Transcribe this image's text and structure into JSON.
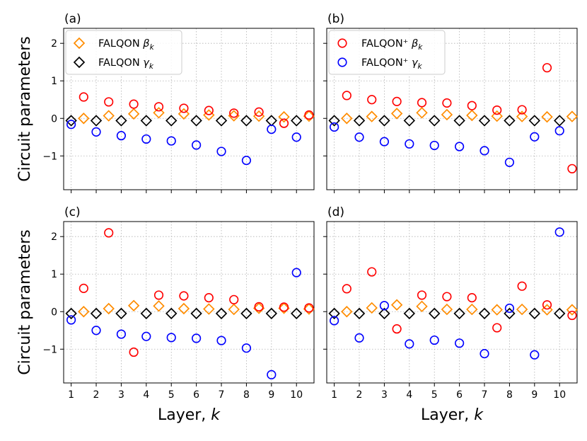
{
  "chart_data": [
    {
      "type": "scatter",
      "panel_label": "(a)",
      "xlim": [
        0.7,
        10.7
      ],
      "ylim": [
        -1.9,
        2.4
      ],
      "xticks": [
        1,
        2,
        3,
        4,
        5,
        6,
        7,
        8,
        9,
        10
      ],
      "yticks": [
        -1,
        0,
        1,
        2
      ],
      "ylabel": "Circuit parameters",
      "xlabel": "",
      "grid": true,
      "legend_position": "top-left",
      "series": [
        {
          "name": "FALQON β_k",
          "marker": "diamond",
          "color": "#ff8c00",
          "x": [
            1.5,
            2.5,
            3.5,
            4.5,
            5.5,
            6.5,
            7.5,
            8.5,
            9.5,
            10.5
          ],
          "y": [
            0.0,
            0.07,
            0.12,
            0.15,
            0.12,
            0.09,
            0.07,
            0.06,
            0.04,
            0.06
          ]
        },
        {
          "name": "FALQON γ_k",
          "marker": "diamond",
          "color": "#000000",
          "x": [
            1,
            2,
            3,
            4,
            5,
            6,
            7,
            8,
            9,
            10
          ],
          "y": [
            -0.06,
            -0.06,
            -0.06,
            -0.06,
            -0.06,
            -0.06,
            -0.06,
            -0.06,
            -0.06,
            -0.06
          ]
        },
        {
          "name": "",
          "marker": "circle",
          "color": "#ff0000",
          "x": [
            1.5,
            2.5,
            3.5,
            4.5,
            5.5,
            6.5,
            7.5,
            8.5,
            9.5,
            10.5
          ],
          "y": [
            0.57,
            0.44,
            0.38,
            0.31,
            0.27,
            0.21,
            0.14,
            0.17,
            -0.13,
            0.09
          ]
        },
        {
          "name": "",
          "marker": "circle",
          "color": "#0000ff",
          "x": [
            1,
            2,
            3,
            4,
            5,
            6,
            7,
            8,
            9,
            10
          ],
          "y": [
            -0.16,
            -0.36,
            -0.46,
            -0.55,
            -0.6,
            -0.71,
            -0.88,
            -1.12,
            -0.29,
            -0.5
          ]
        }
      ]
    },
    {
      "type": "scatter",
      "panel_label": "(b)",
      "xlim": [
        0.7,
        10.7
      ],
      "ylim": [
        -1.9,
        2.4
      ],
      "xticks": [
        1,
        2,
        3,
        4,
        5,
        6,
        7,
        8,
        9,
        10
      ],
      "yticks": [
        -1,
        0,
        1,
        2
      ],
      "ylabel": "",
      "xlabel": "",
      "grid": true,
      "legend_position": "top-left",
      "series": [
        {
          "name": "",
          "marker": "diamond",
          "color": "#ff8c00",
          "x": [
            1.5,
            2.5,
            3.5,
            4.5,
            5.5,
            6.5,
            7.5,
            8.5,
            9.5,
            10.5
          ],
          "y": [
            0.0,
            0.05,
            0.13,
            0.15,
            0.1,
            0.08,
            0.06,
            0.05,
            0.04,
            0.05
          ]
        },
        {
          "name": "",
          "marker": "diamond",
          "color": "#000000",
          "x": [
            1,
            2,
            3,
            4,
            5,
            6,
            7,
            8,
            9,
            10
          ],
          "y": [
            -0.06,
            -0.06,
            -0.06,
            -0.06,
            -0.06,
            -0.06,
            -0.06,
            -0.06,
            -0.06,
            -0.06
          ]
        },
        {
          "name": "FALQON⁺ β_k",
          "marker": "circle",
          "color": "#ff0000",
          "x": [
            1.5,
            2.5,
            3.5,
            4.5,
            5.5,
            6.5,
            7.5,
            8.5,
            9.5,
            10.5
          ],
          "y": [
            0.61,
            0.5,
            0.45,
            0.42,
            0.41,
            0.34,
            0.22,
            0.23,
            1.35,
            -1.34
          ]
        },
        {
          "name": "FALQON⁺ γ_k",
          "marker": "circle",
          "color": "#0000ff",
          "x": [
            1,
            2,
            3,
            4,
            5,
            6,
            7,
            8,
            9,
            10
          ],
          "y": [
            -0.23,
            -0.5,
            -0.62,
            -0.68,
            -0.72,
            -0.75,
            -0.86,
            -1.17,
            -0.49,
            -0.33
          ]
        }
      ]
    },
    {
      "type": "scatter",
      "panel_label": "(c)",
      "xlim": [
        0.7,
        10.7
      ],
      "ylim": [
        -1.9,
        2.4
      ],
      "xticks": [
        1,
        2,
        3,
        4,
        5,
        6,
        7,
        8,
        9,
        10
      ],
      "yticks": [
        -1,
        0,
        1,
        2
      ],
      "ylabel": "Circuit parameters",
      "xlabel": "Layer, k",
      "grid": true,
      "series": [
        {
          "name": "",
          "marker": "diamond",
          "color": "#ff8c00",
          "x": [
            1.5,
            2.5,
            3.5,
            4.5,
            5.5,
            6.5,
            7.5,
            8.5,
            9.5,
            10.5
          ],
          "y": [
            0.0,
            0.08,
            0.16,
            0.15,
            0.08,
            0.07,
            0.06,
            0.09,
            0.09,
            0.07
          ]
        },
        {
          "name": "",
          "marker": "diamond",
          "color": "#000000",
          "x": [
            1,
            2,
            3,
            4,
            5,
            6,
            7,
            8,
            9,
            10
          ],
          "y": [
            -0.05,
            -0.05,
            -0.05,
            -0.05,
            -0.05,
            -0.05,
            -0.05,
            -0.05,
            -0.05,
            -0.05
          ]
        },
        {
          "name": "",
          "marker": "circle",
          "color": "#ff0000",
          "x": [
            1.5,
            2.5,
            3.5,
            4.5,
            5.5,
            6.5,
            7.5,
            8.5,
            9.5,
            10.5
          ],
          "y": [
            0.62,
            2.1,
            -1.08,
            0.44,
            0.42,
            0.37,
            0.32,
            0.13,
            0.12,
            0.1
          ]
        },
        {
          "name": "",
          "marker": "circle",
          "color": "#0000ff",
          "x": [
            1,
            2,
            3,
            4,
            5,
            6,
            7,
            8,
            9,
            10
          ],
          "y": [
            -0.22,
            -0.5,
            -0.6,
            -0.66,
            -0.69,
            -0.71,
            -0.77,
            -0.97,
            -1.68,
            1.04
          ]
        }
      ]
    },
    {
      "type": "scatter",
      "panel_label": "(d)",
      "xlim": [
        0.7,
        10.7
      ],
      "ylim": [
        -1.9,
        2.4
      ],
      "xticks": [
        1,
        2,
        3,
        4,
        5,
        6,
        7,
        8,
        9,
        10
      ],
      "yticks": [
        -1,
        0,
        1,
        2
      ],
      "ylabel": "",
      "xlabel": "Layer, k",
      "grid": true,
      "series": [
        {
          "name": "",
          "marker": "diamond",
          "color": "#ff8c00",
          "x": [
            1.5,
            2.5,
            3.5,
            4.5,
            5.5,
            6.5,
            7.5,
            8.5,
            9.5,
            10.5
          ],
          "y": [
            0.0,
            0.1,
            0.18,
            0.14,
            0.06,
            0.06,
            0.05,
            0.06,
            0.05,
            0.05
          ]
        },
        {
          "name": "",
          "marker": "diamond",
          "color": "#000000",
          "x": [
            1,
            2,
            3,
            4,
            5,
            6,
            7,
            8,
            9,
            10
          ],
          "y": [
            -0.05,
            -0.05,
            -0.05,
            -0.05,
            -0.05,
            -0.05,
            -0.05,
            -0.05,
            -0.05,
            -0.05
          ]
        },
        {
          "name": "",
          "marker": "circle",
          "color": "#ff0000",
          "x": [
            1.5,
            2.5,
            3.5,
            4.5,
            5.5,
            6.5,
            7.5,
            8.5,
            9.5,
            10.5
          ],
          "y": [
            0.61,
            1.06,
            -0.46,
            0.44,
            0.4,
            0.37,
            -0.43,
            0.68,
            0.18,
            -0.1
          ]
        },
        {
          "name": "",
          "marker": "circle",
          "color": "#0000ff",
          "x": [
            1,
            2,
            3,
            4,
            5,
            6,
            7,
            8,
            9,
            10
          ],
          "y": [
            -0.24,
            -0.7,
            0.16,
            -0.86,
            -0.76,
            -0.84,
            -1.12,
            0.09,
            -1.15,
            2.12
          ]
        }
      ]
    }
  ]
}
